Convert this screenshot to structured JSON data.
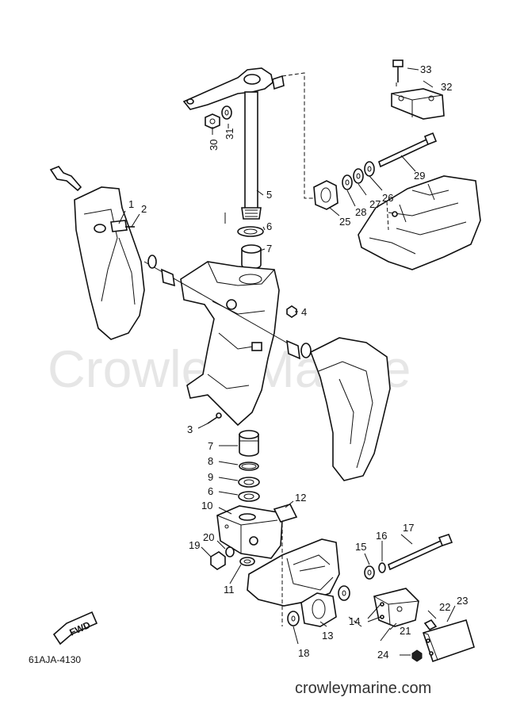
{
  "diagram": {
    "watermark": "Crowley Marine",
    "footer_url": "crowleymarine.com",
    "drawing_code": "61AJA-4130",
    "direction_label": "FWD",
    "callouts": [
      "1",
      "2",
      "3",
      "4",
      "5",
      "6",
      "7",
      "3",
      "7",
      "8",
      "9",
      "6",
      "10",
      "12",
      "19",
      "20",
      "11",
      "15",
      "16",
      "17",
      "22",
      "23",
      "14",
      "21",
      "13",
      "18",
      "24",
      "25",
      "26",
      "27",
      "28",
      "29",
      "30",
      "31",
      "32",
      "33"
    ]
  }
}
